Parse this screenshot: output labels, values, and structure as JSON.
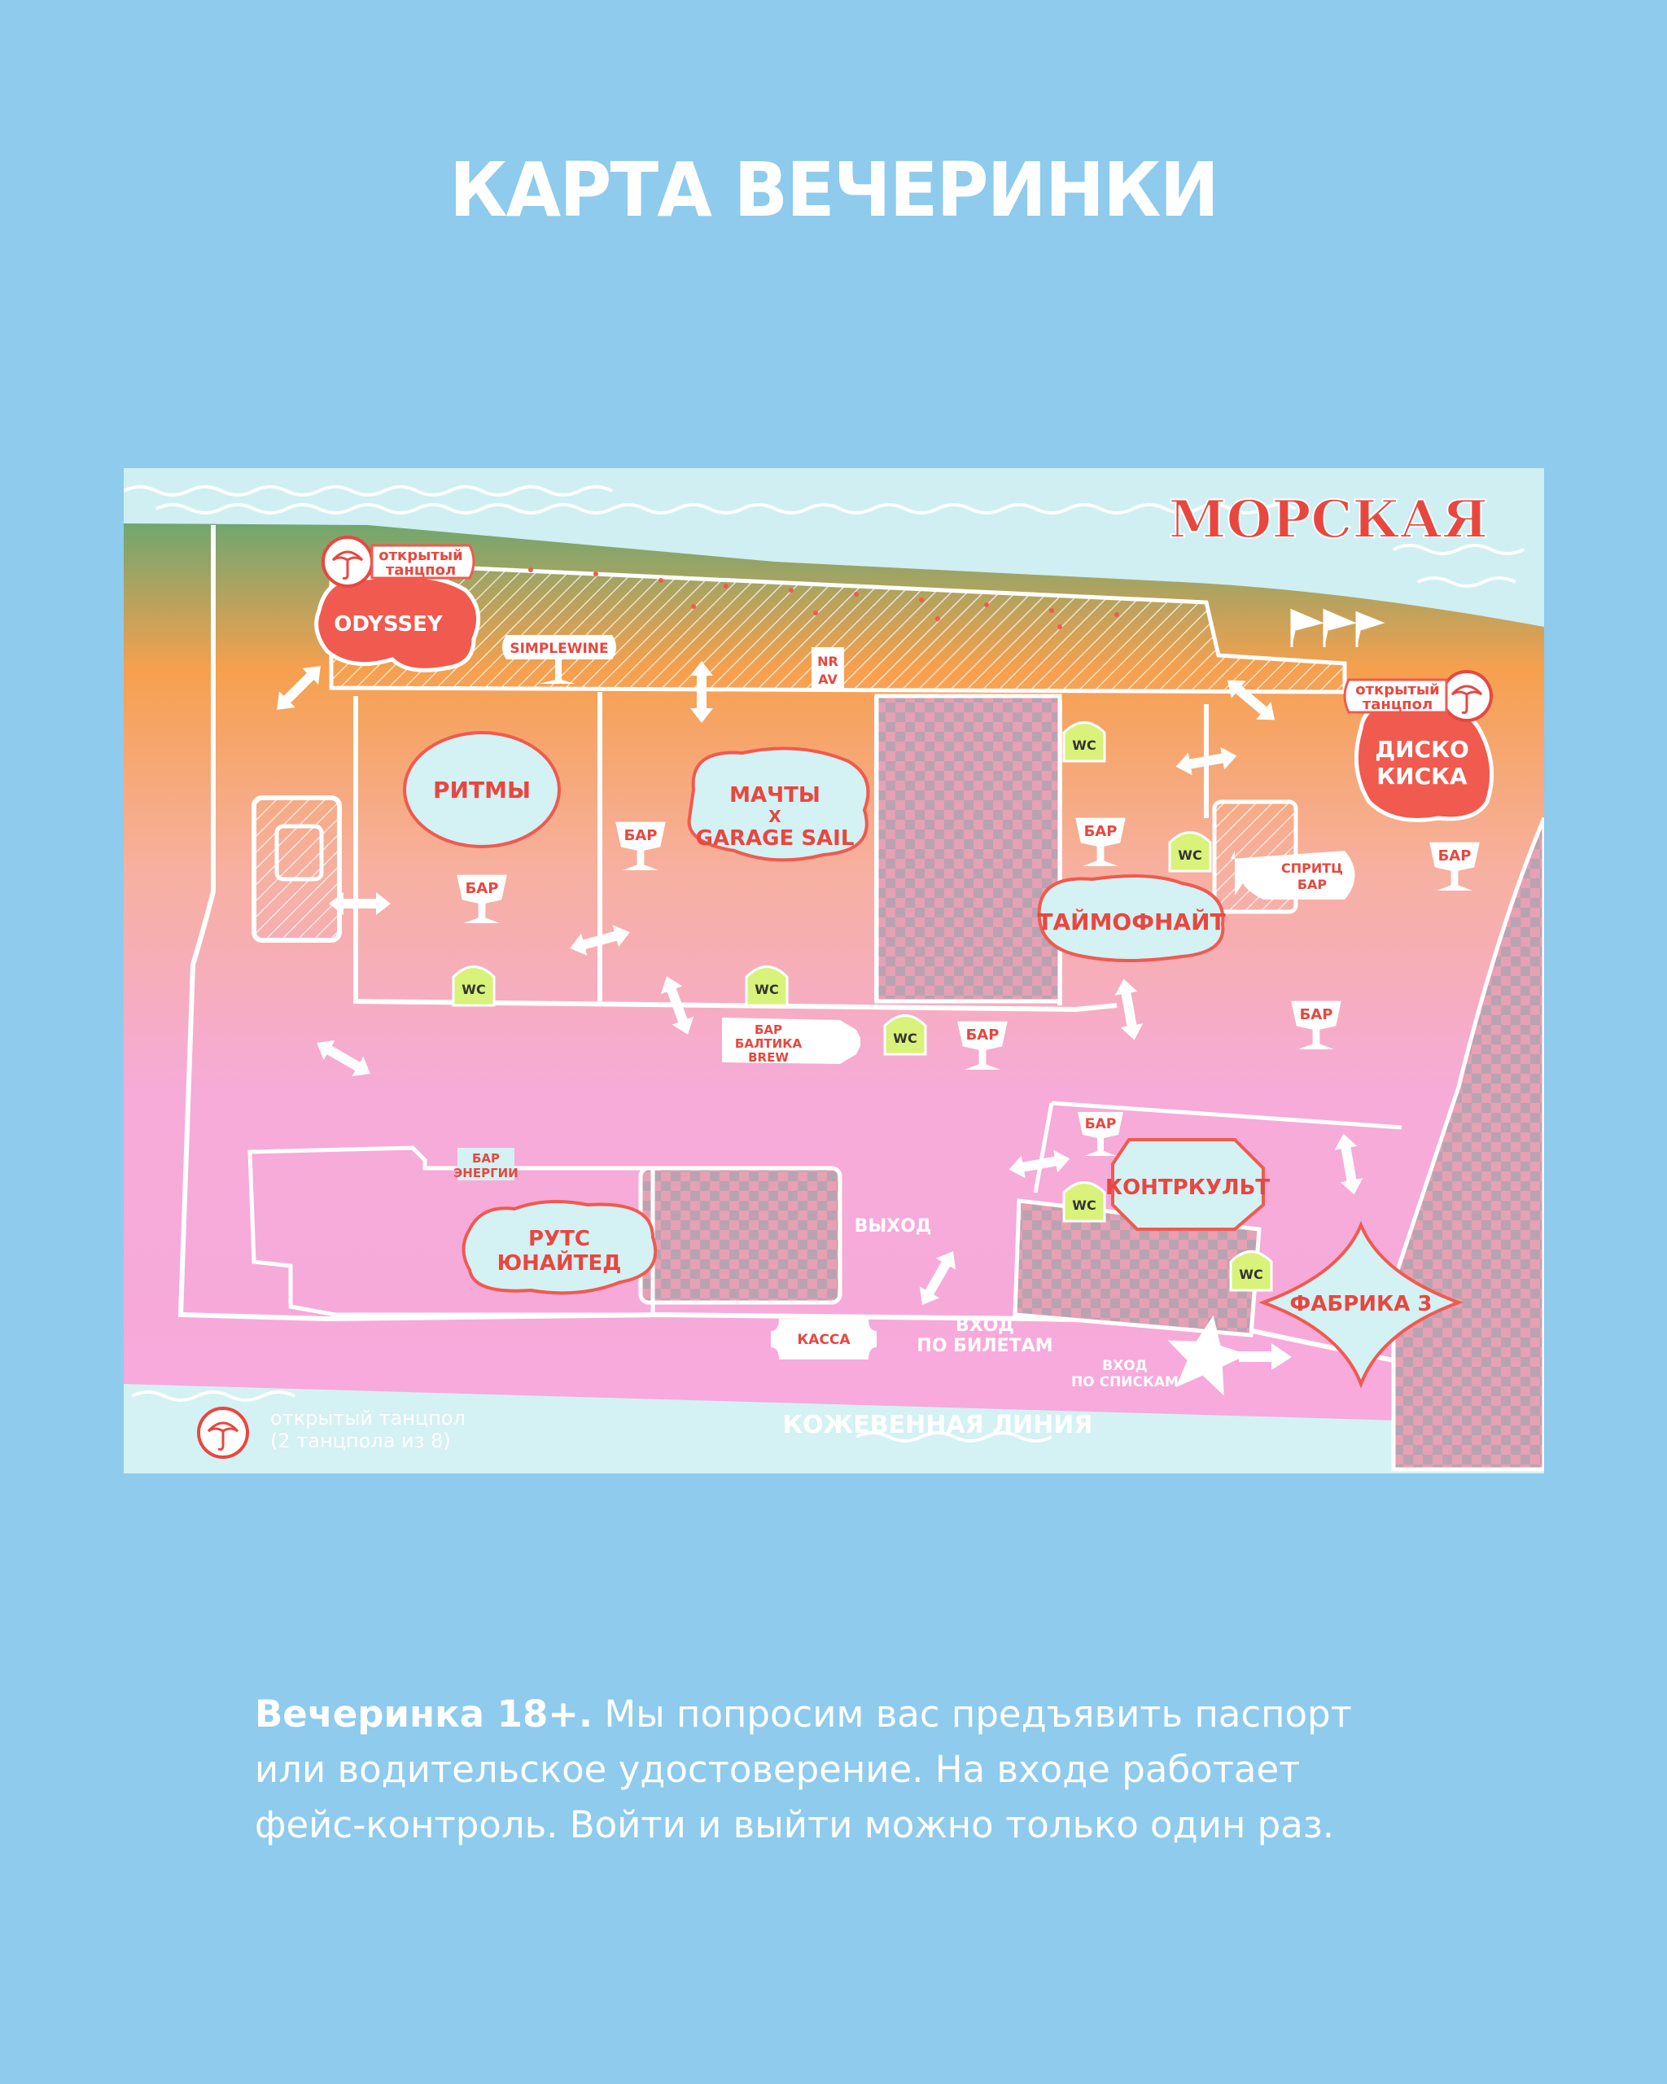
{
  "page": {
    "title": "КАРТА ВЕЧЕРИНКИ",
    "background": "#8ecbed"
  },
  "map": {
    "brand": "МОРСКАЯ",
    "street": "КОЖЕВЕННАЯ ЛИНИЯ",
    "stages": {
      "odyssey": "ODYSSEY",
      "ritmy": "РИТМЫ",
      "machty_1": "МАЧТЫ",
      "machty_2": "Х",
      "machty_3": "GARAGE SAIL",
      "disko_1": "ДИСКО",
      "disko_2": "КИСКА",
      "taimofnait": "ТАЙМОФНАЙТ",
      "kontrkult": "КОНТРКУЛЬТ",
      "fabrika": "ФАБРИКА 3",
      "ruts_1": "РУТС",
      "ruts_2": "ЮНАЙТЕД"
    },
    "open_floor_1": "открытый",
    "open_floor_2": "танцпол",
    "bar": "БАР",
    "wc": "WC",
    "simplewine": "SIMPLEWINE",
    "nrav_1": "NR",
    "nrav_2": "AV",
    "spritz_1": "СПРИТЦ",
    "spritz_2": "БАР",
    "baltika_1": "БАР",
    "baltika_2": "БАЛТИКА",
    "baltika_3": "BREW",
    "energy_1": "БАР",
    "energy_2": "ЭНЕРГИИ",
    "exit": "ВЫХОД",
    "entry_tickets_1": "ВХОД",
    "entry_tickets_2": "ПО БИЛЕТАМ",
    "entry_lists_1": "ВХОД",
    "entry_lists_2": "ПО СПИСКАМ",
    "kassa": "КАССА",
    "legend_1": "открытый танцпол",
    "legend_2": "(2 танцпола из 8)",
    "colors": {
      "stage_red": "#f05a4f",
      "stage_pale": "#d4f1f4",
      "wc_green": "#d8f27a",
      "label_red": "#e8473f"
    }
  },
  "footer": {
    "bold": "Вечеринка 18+.",
    "line1": " Мы попросим вас предъявить паспорт",
    "line2": "или водительское удостоверение. На входе работает",
    "line3": "фейс-контроль. Войти и выйти можно только один раз."
  }
}
